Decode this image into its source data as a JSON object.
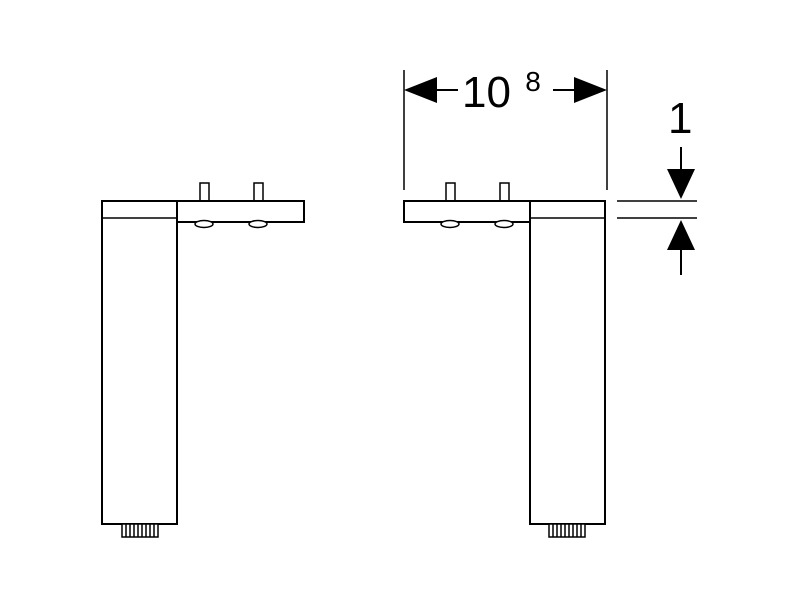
{
  "dimensions": {
    "width_base": "10",
    "width_superscript": "8",
    "offset": "1"
  },
  "colors": {
    "stroke": "#000000",
    "background": "#ffffff"
  }
}
